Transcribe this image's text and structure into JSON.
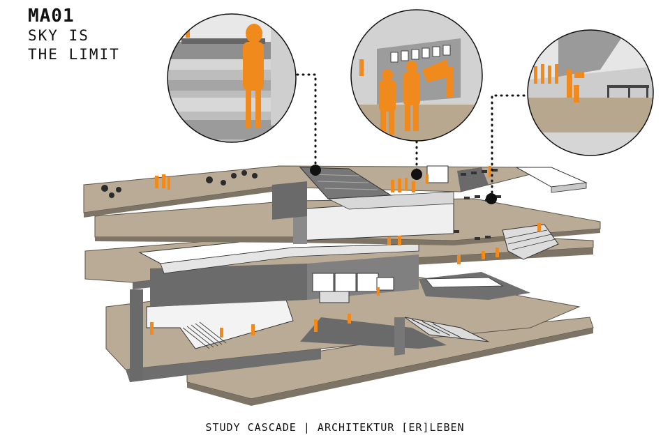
{
  "header": {
    "code": "MA01",
    "line1": "SKY IS",
    "line2": "THE LIMIT"
  },
  "footer": {
    "caption": "STUDY CASCADE | ARCHITEKTUR [ER]LEBEN"
  },
  "colors": {
    "floor": "#b9ab96",
    "floor_edge": "#8c806f",
    "wall": "#6e6e6e",
    "white_wall": "#f2f2f2",
    "people": "#f08a1c",
    "ink": "#111111"
  },
  "callouts": [
    {
      "name": "stair-view"
    },
    {
      "name": "gallery-view"
    },
    {
      "name": "cafe-view"
    }
  ]
}
